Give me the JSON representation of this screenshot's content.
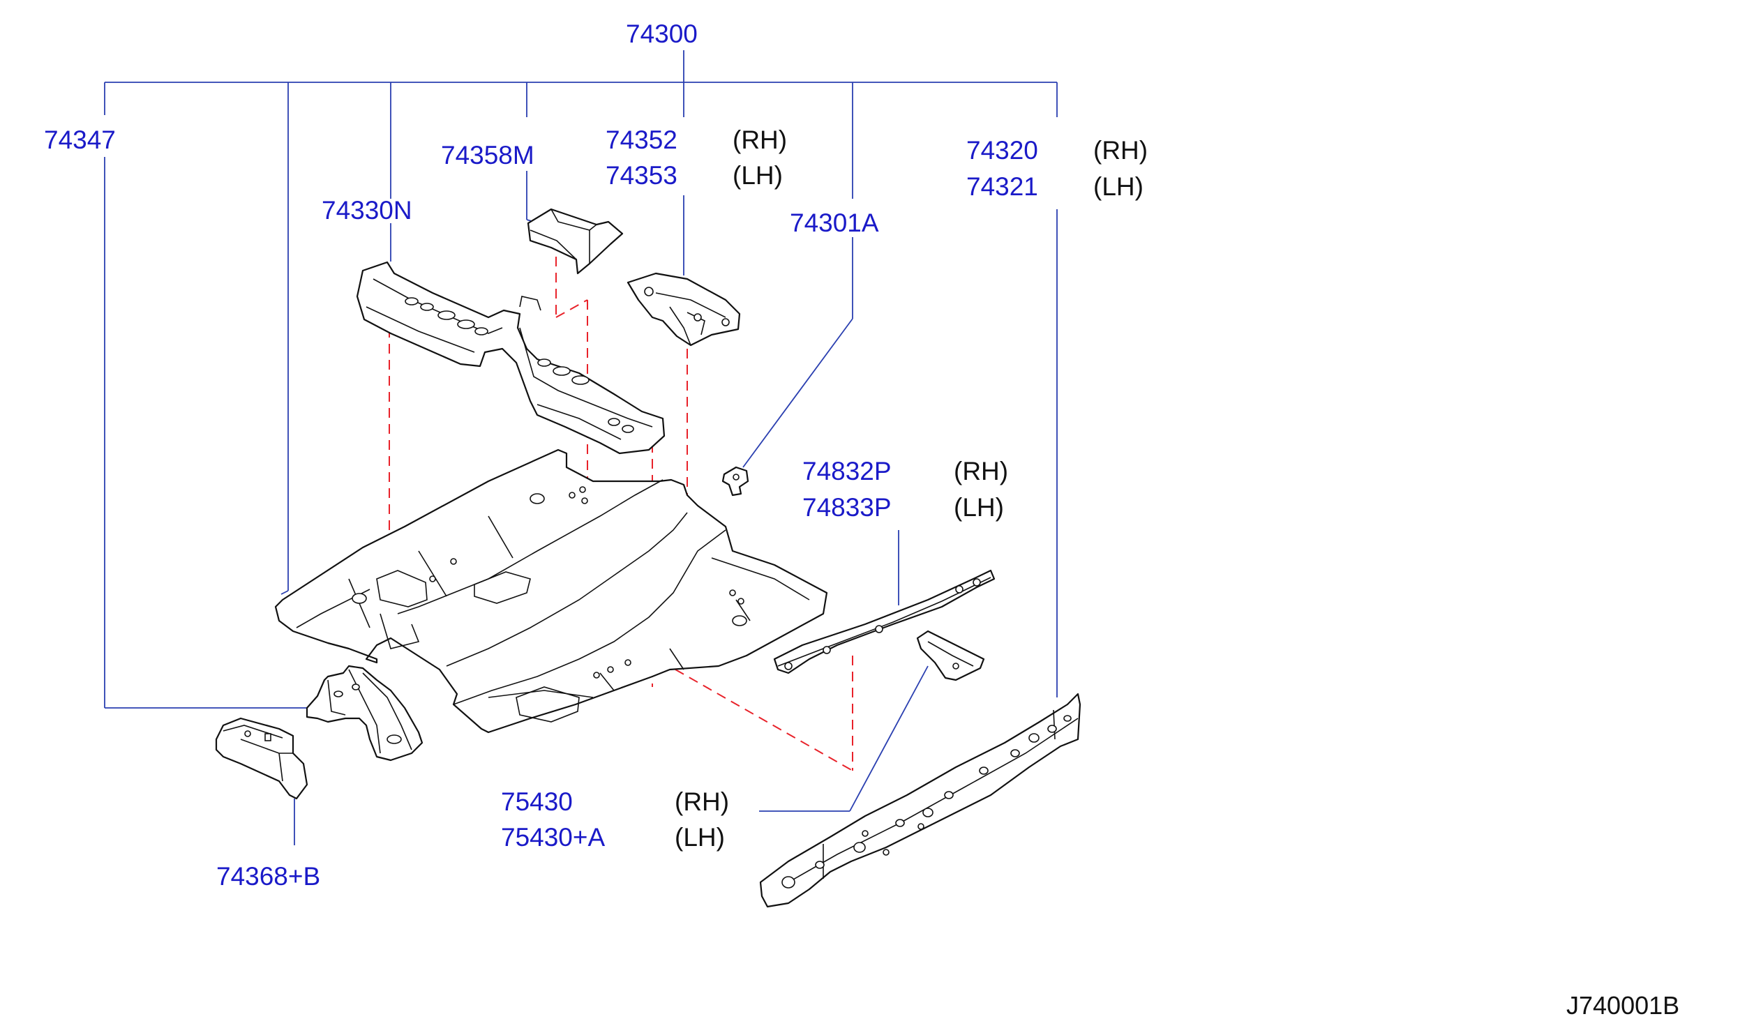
{
  "diagram_code": "J740001B",
  "parts": [
    {
      "key": "p74300",
      "number": "74300",
      "side": ""
    },
    {
      "key": "p74347",
      "number": "74347",
      "side": ""
    },
    {
      "key": "p74358M",
      "number": "74358M",
      "side": ""
    },
    {
      "key": "p74352",
      "number": "74352",
      "side": "(RH)"
    },
    {
      "key": "p74353",
      "number": "74353",
      "side": "(LH)"
    },
    {
      "key": "p74320",
      "number": "74320",
      "side": "(RH)"
    },
    {
      "key": "p74321",
      "number": "74321",
      "side": "(LH)"
    },
    {
      "key": "p74330N",
      "number": "74330N",
      "side": ""
    },
    {
      "key": "p74301A",
      "number": "74301A",
      "side": ""
    },
    {
      "key": "p74832P",
      "number": "74832P",
      "side": "(RH)"
    },
    {
      "key": "p74833P",
      "number": "74833P",
      "side": "(LH)"
    },
    {
      "key": "p75430",
      "number": "75430",
      "side": "(RH)"
    },
    {
      "key": "p75430A",
      "number": "75430+A",
      "side": "(LH)"
    },
    {
      "key": "p74368B",
      "number": "74368+B",
      "side": ""
    }
  ],
  "colors": {
    "part_number": "#1a1ac8",
    "leader_line": "#2a3fb0",
    "assembly_dash": "#e8222a",
    "outline": "#111111"
  }
}
